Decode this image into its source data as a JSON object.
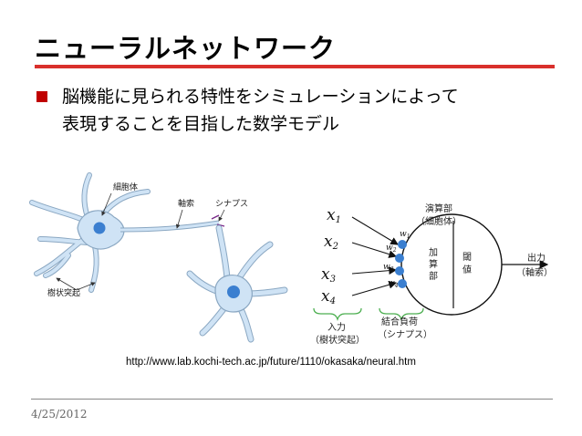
{
  "slide": {
    "title": "ニューラルネットワーク",
    "bullet_line1": "脳機能に見られる特性をシミュレーションによって",
    "bullet_line2": "表現することを目指した数学モデル",
    "source_url": "http://www.lab.kochi-tech.ac.jp/future/1110/okasaka/neural.htm",
    "date": "4/25/2012"
  },
  "neuron_figure": {
    "cell_body": "細胞体",
    "axon": "軸索",
    "synapse": "シナプス",
    "dendrite": "樹状突起"
  },
  "model_figure": {
    "inputs": [
      "x",
      "x",
      "x",
      "x"
    ],
    "input_subscripts": [
      "1",
      "2",
      "3",
      "4"
    ],
    "weights": [
      "w",
      "w",
      "w",
      "w"
    ],
    "weight_subscripts": [
      "1",
      "2",
      "3",
      "4"
    ],
    "unit_label_line1": "演算部",
    "unit_label_line2": "（細胞体）",
    "sum_label": [
      "加",
      "算",
      "部"
    ],
    "threshold_label": [
      "閾",
      "値"
    ],
    "output_line1": "出力",
    "output_line2": "（軸索）",
    "input_caption_line1": "入力",
    "input_caption_line2": "（樹状突起）",
    "weight_caption_line1": "結合負荷",
    "weight_caption_line2": "（シナプス）"
  },
  "colors": {
    "accent": "#d9302c",
    "bullet": "#c00000",
    "neuron_fill": "#cfe3f5",
    "node": "#3b7fd0"
  }
}
